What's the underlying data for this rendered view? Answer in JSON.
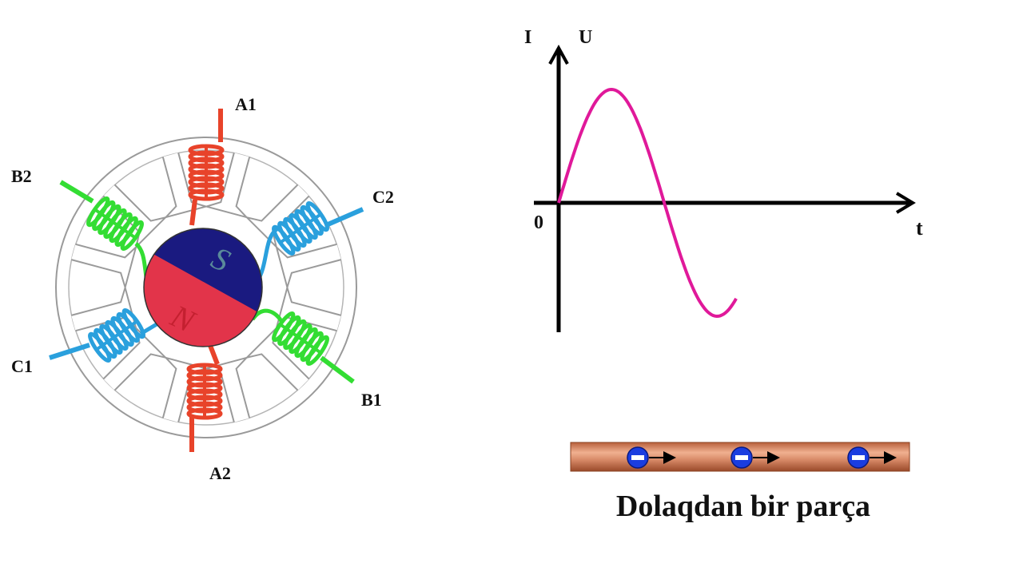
{
  "motor": {
    "labels": {
      "a1": "A1",
      "a2": "A2",
      "b1": "B1",
      "b2": "B2",
      "c1": "C1",
      "c2": "C2"
    },
    "rotor": {
      "north": "N",
      "south": "S"
    },
    "colors": {
      "phase_a": "#e8432a",
      "phase_b": "#33dd33",
      "phase_c": "#2aa0dd",
      "rotor_south": "#1a1a80",
      "rotor_north": "#e2344a",
      "stator_outline": "#999999"
    }
  },
  "graph": {
    "y_label_current": "I",
    "y_label_voltage": "U",
    "origin_label": "0",
    "x_label": "t",
    "curve_color": "#e0199a"
  },
  "wire": {
    "caption": "Dolaqdan bir parça",
    "electron_count": 3,
    "electron_color": "#1a3de0"
  }
}
